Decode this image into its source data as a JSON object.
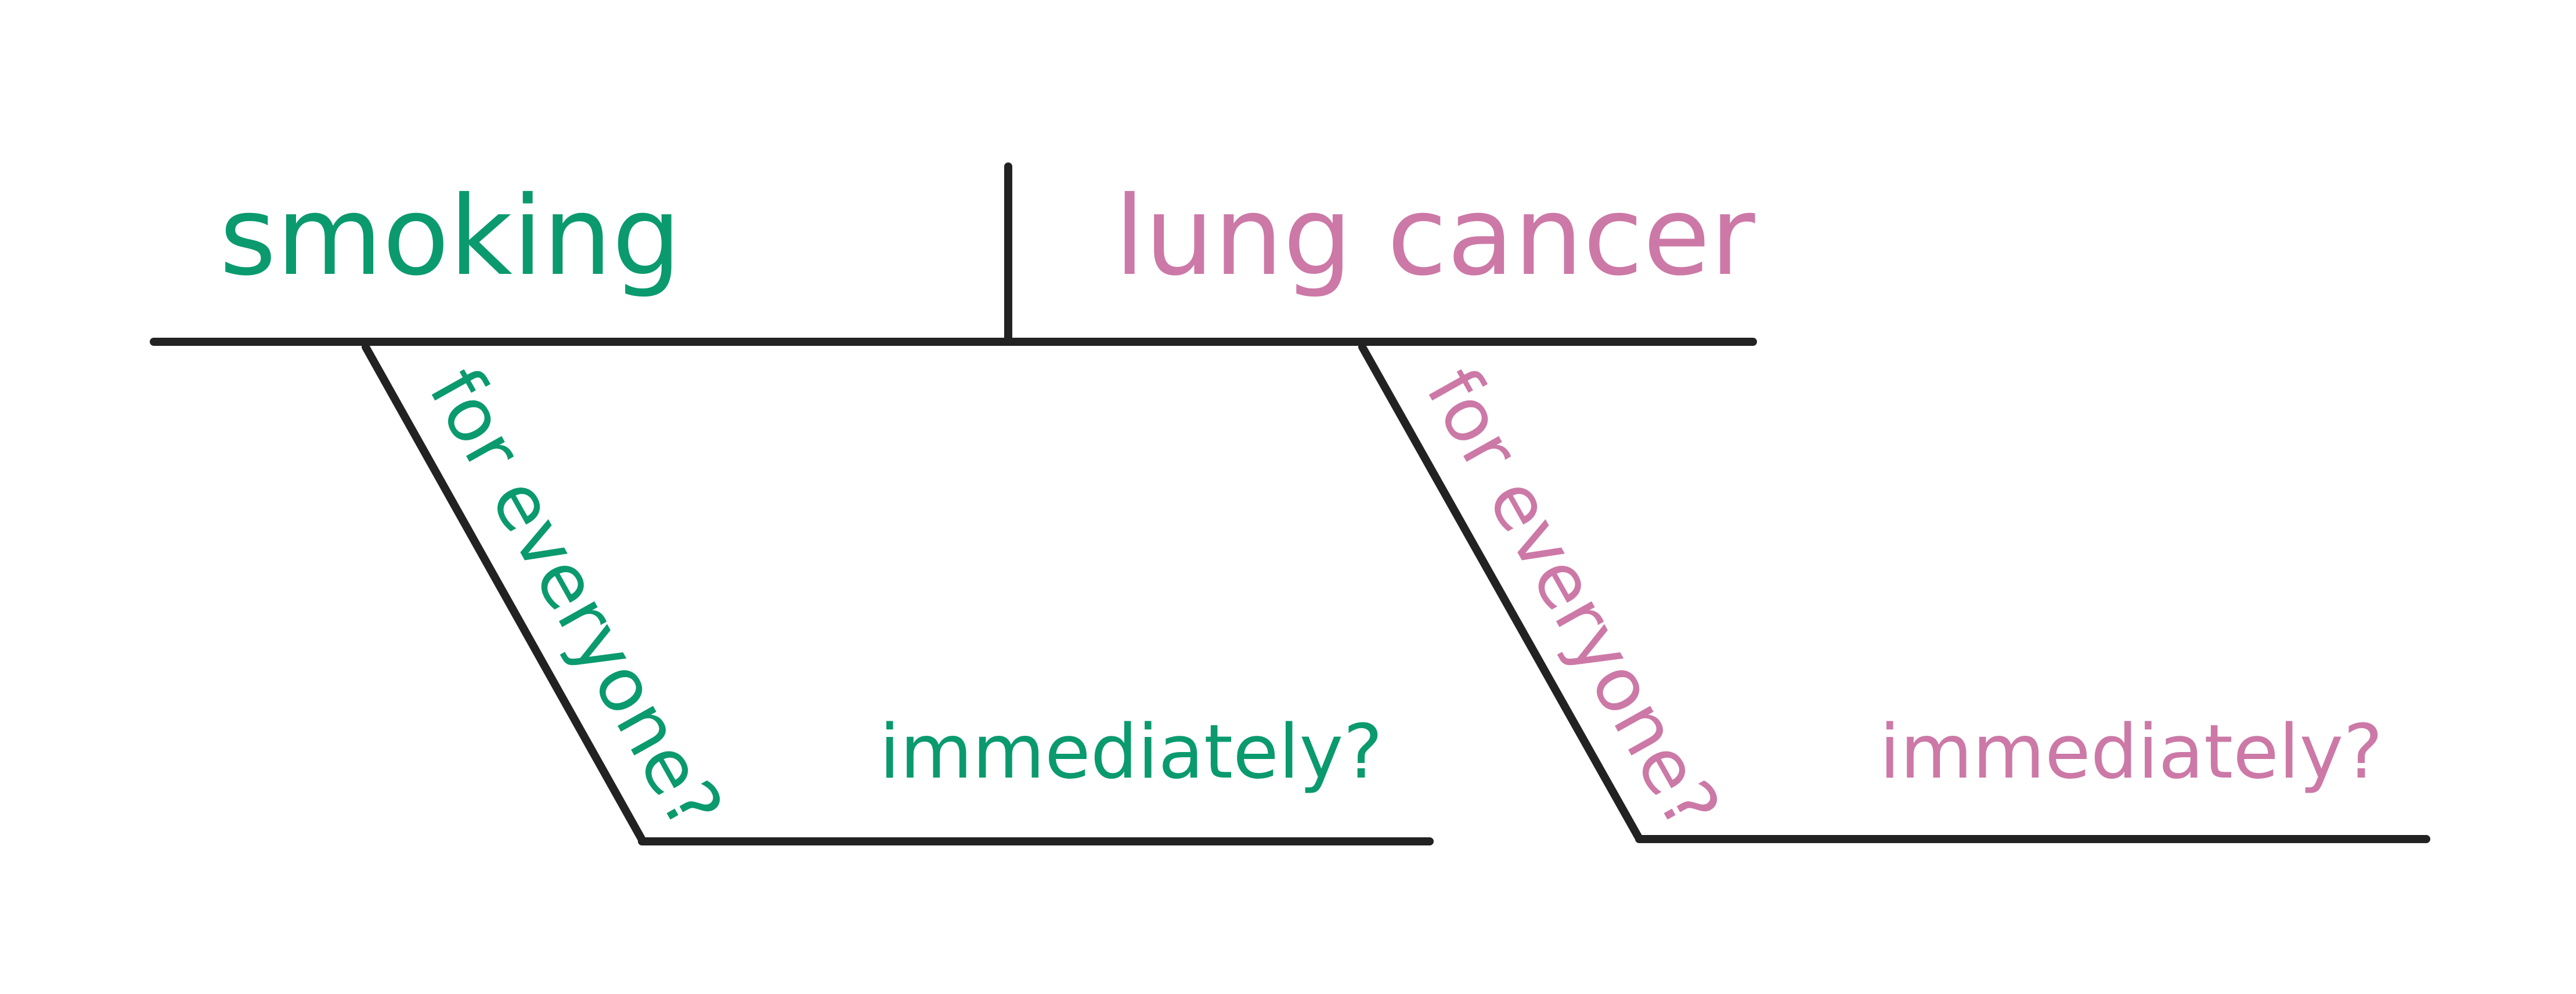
{
  "colors": {
    "line": "#222222",
    "subject": "#0a9a6e",
    "predicate": "#cc79a7"
  },
  "subject": {
    "word": "smoking",
    "modifier": "for everyone?",
    "qualifier": "immediately?"
  },
  "predicate": {
    "word": "lung cancer",
    "modifier": "for everyone?",
    "qualifier": "immediately?"
  }
}
